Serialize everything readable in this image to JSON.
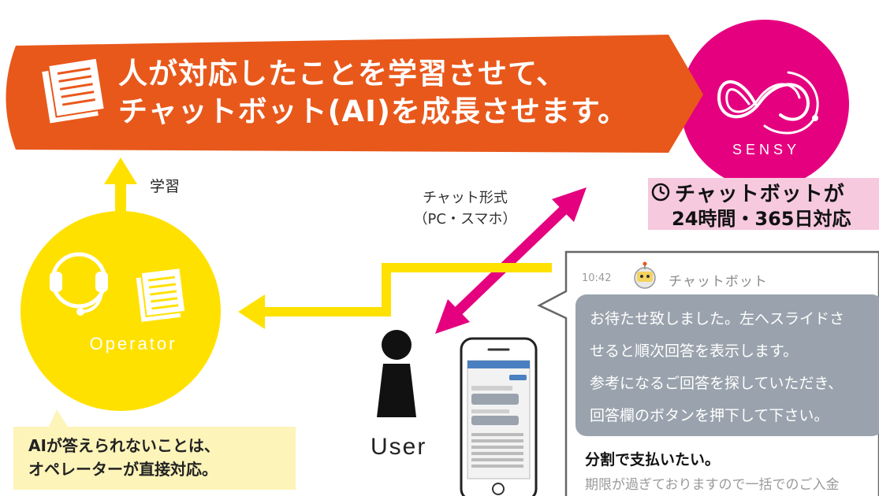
{
  "banner": {
    "line1": "人が対応したことを学習させて、",
    "line2": "チャットボット(AI)を成長させます。",
    "color": "#e8581b"
  },
  "sensy": {
    "label": "SENSY",
    "color": "#e5007f"
  },
  "hours_badge": {
    "line1": "チャットボットが",
    "line2": "24時間・365日対応"
  },
  "learn_label": "学習",
  "chat_mode": {
    "line1": "チャット形式",
    "line2": "（PC・スマホ）"
  },
  "operator": {
    "label": "Operator",
    "color": "#ffe100"
  },
  "ai_note": {
    "line1": "AIが答えられないことは、",
    "line2": "オペレーターが直接対応。"
  },
  "user_label": "User",
  "chat": {
    "time": "10:42",
    "bot_name": "チャットボット",
    "bubble_lines": [
      "お待たせ致しました。左へスライドさ",
      "せると順次回答を表示します。",
      "参考になるご回答を探していただき、",
      "回答欄のボタンを押下して下さい。"
    ],
    "question": "分割で支払いたい。",
    "answer": "期限が過ぎておりますので一括でのご入金"
  },
  "icons": [
    "document-icon",
    "headset-icon",
    "sensy-logo-icon",
    "clock-icon",
    "user-icon",
    "smartphone-icon",
    "robot-avatar-icon"
  ]
}
